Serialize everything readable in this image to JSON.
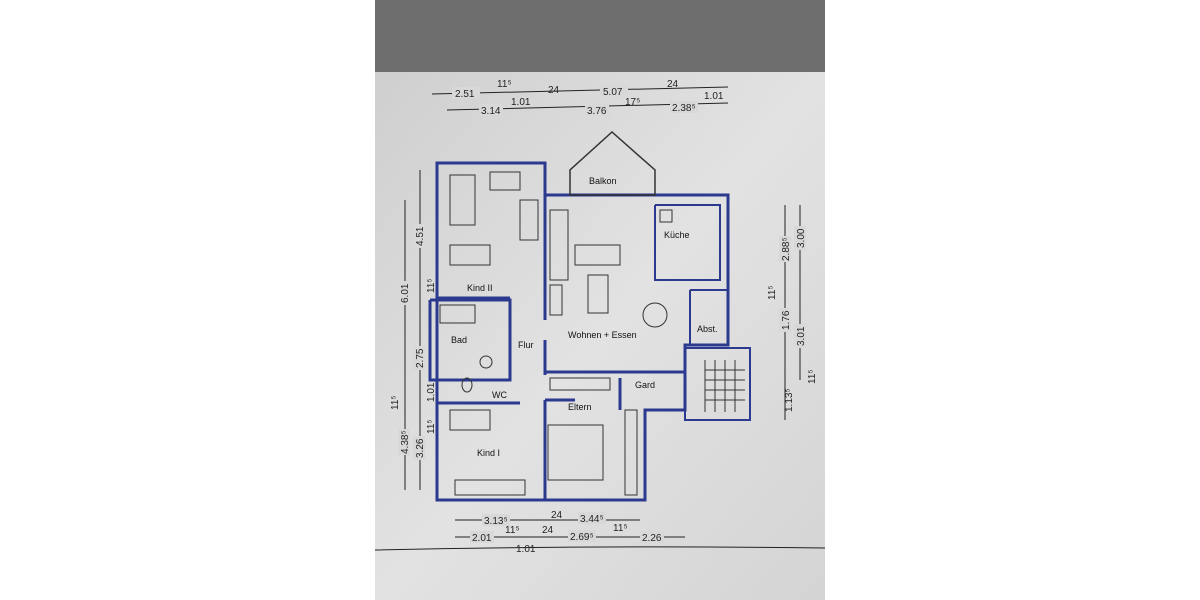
{
  "plan": {
    "rooms": {
      "balkon": "Balkon",
      "kueche": "Küche",
      "kind2": "Kind II",
      "bad": "Bad",
      "flur": "Flur",
      "wohnen": "Wohnen + Essen",
      "abst": "Abst.",
      "eltern": "Eltern",
      "gard": "Gard",
      "wc": "WC",
      "kind1": "Kind I"
    },
    "dimensions": {
      "top_row1": [
        "2.51",
        "11⁵",
        "24",
        "5.07",
        "24"
      ],
      "top_row2": [
        "3.14",
        "1.01",
        "3.76",
        "17⁵",
        "2.38⁵",
        "1.01"
      ],
      "left_outer": [
        "6.01",
        "11⁵",
        "4.38⁵"
      ],
      "left_inner": [
        "4.51",
        "11⁵",
        "2.75",
        "1.01",
        "11⁵",
        "3.26"
      ],
      "right_inner": [
        "2.88⁵",
        "11⁵",
        "1.76",
        "1.13⁵"
      ],
      "right_outer": [
        "3.00",
        "3.01",
        "11⁵"
      ],
      "bottom_row1": [
        "3.13⁵",
        "24",
        "3.44⁵"
      ],
      "bottom_row2": [
        "2.01",
        "11⁵",
        "24",
        "2.69⁵",
        "11⁵",
        "2.26"
      ],
      "bottom_row3": [
        "1.01"
      ]
    },
    "wall_color": "#2b3a8f",
    "paper_color": "#dcdcdc"
  }
}
